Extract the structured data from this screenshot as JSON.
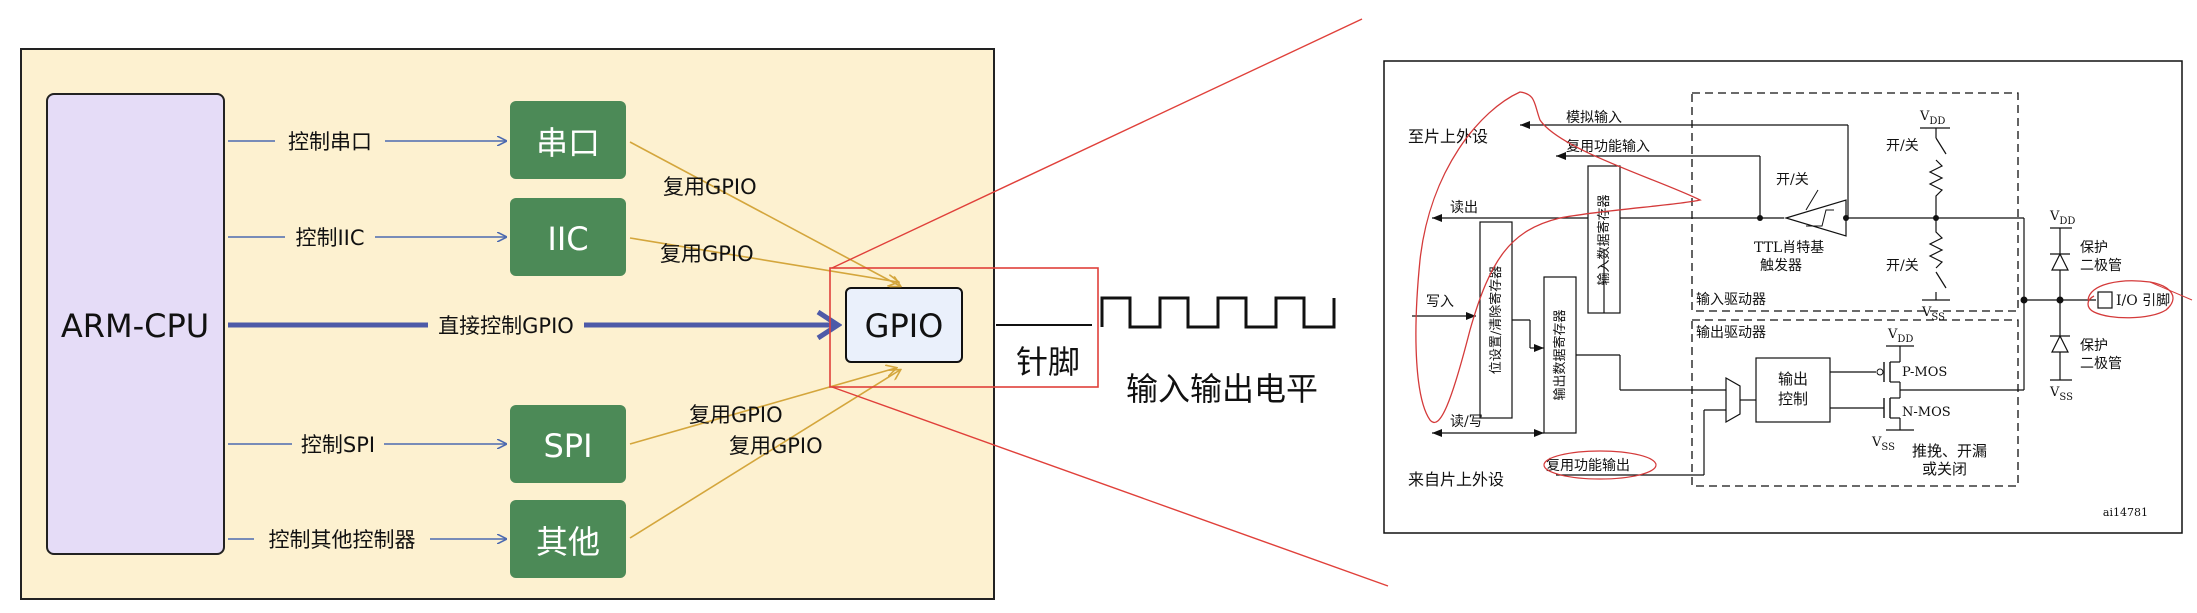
{
  "left_diagram": {
    "cpu_label": "ARM-CPU",
    "modules": {
      "uart": "串口",
      "iic": "IIC",
      "spi": "SPI",
      "other": "其他"
    },
    "gpio_label": "GPIO",
    "control_labels": {
      "uart": "控制串口",
      "iic": "控制IIC",
      "direct": "直接控制GPIO",
      "spi": "控制SPI",
      "other": "控制其他控制器"
    },
    "mux_labels": {
      "uart": "复用GPIO",
      "iic": "复用GPIO",
      "spi": "复用GPIO",
      "other": "复用GPIO"
    },
    "pin_label": "针脚",
    "level_label": "输入输出电平"
  },
  "right_diagram": {
    "to_peripheral": "至片上外设",
    "from_peripheral": "来自片上外设",
    "analog_input": "模拟输入",
    "af_input": "复用功能输入",
    "read": "读出",
    "write": "写入",
    "read_write": "读/写",
    "af_output": "复用功能输出",
    "bsrr": "位设置/清除寄存器",
    "odr": "输出数据寄存器",
    "idr": "输入数据寄存器",
    "on_off": "开/关",
    "ttl_line1": "TTL肖特基",
    "ttl_line2": "触发器",
    "input_driver": "输入驱动器",
    "output_driver": "输出驱动器",
    "output_ctrl_line1": "输出",
    "output_ctrl_line2": "控制",
    "pmos": "P-MOS",
    "nmos": "N-MOS",
    "mode_line1": "推挽、开漏",
    "mode_line2": "或关闭",
    "protect_line1": "保护",
    "protect_line2": "二极管",
    "io_pin": "I/O 引脚",
    "vdd": "V",
    "vdd_sub": "DD",
    "vss_sub": "SS",
    "ref": "ai14781"
  },
  "colors": {
    "panel_bg": "#fdf1d0",
    "cpu_fill": "#e5dcf7",
    "module_fill": "#4c8a57",
    "gpio_fill": "#eaf0fb",
    "arrow_blue": "#4d6ab0",
    "arrow_gold": "#d4a63c",
    "highlight_red": "#e0403a"
  }
}
